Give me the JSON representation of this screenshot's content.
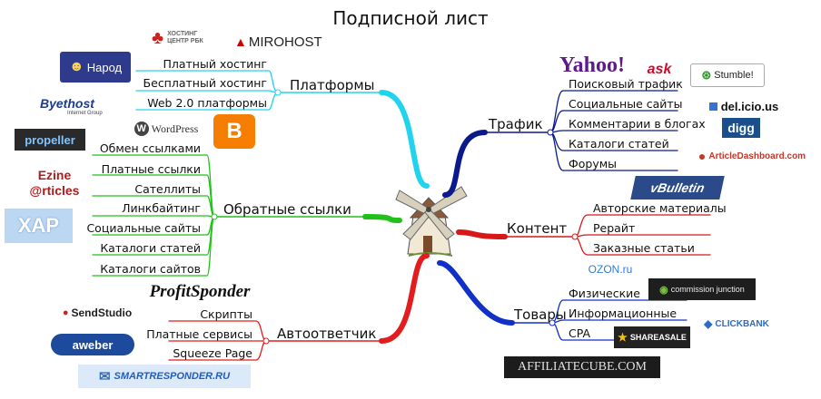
{
  "title": "Подписной лист",
  "branches": {
    "platforms": {
      "label": "Платформы",
      "items": [
        "Платный хостинг",
        "Бесплатный хостинг",
        "Web 2.0 платформы"
      ]
    },
    "backlinks": {
      "label": "Обратные ссылки",
      "items": [
        "Обмен ссылками",
        "Платные ссылки",
        "Сателлиты",
        "Линкбайтинг",
        "Социальные сайты",
        "Каталоги статей",
        "Каталоги сайтов"
      ]
    },
    "autoresponder": {
      "label": "Автоответчик",
      "items": [
        "Скрипты",
        "Платные сервисы",
        "Squeeze Page"
      ]
    },
    "traffic": {
      "label": "Трафик",
      "items": [
        "Поисковый трафик",
        "Социальные сайты",
        "Комментарии в блогах",
        "Каталоги статей",
        "Форумы"
      ]
    },
    "content": {
      "label": "Контент",
      "items": [
        "Авторские материалы",
        "Рерайт",
        "Заказные статьи"
      ]
    },
    "products": {
      "label": "Товары",
      "items": [
        "Физические",
        "Информационные",
        "CPA"
      ]
    }
  },
  "colors": {
    "platforms": "#22d3ee",
    "backlinks": "#22c11a",
    "autoresponder": "#e11d1d",
    "traffic": "#0a1a8c",
    "content": "#d81818",
    "products": "#1030c8"
  },
  "logos": {
    "hosting_center": "ХОСТИНГ ЦЕНТР РБК",
    "mirohost": "MIROHOST",
    "narod": "Народ",
    "byethost": "Byethost",
    "byethost_sub": "Internet Group",
    "wordpress": "WordPress",
    "blogger": "B",
    "propeller": "propeller",
    "ezine": "Ezine @rticles",
    "xap": "XAP",
    "profitsponder": "ProfitSponder",
    "sendstudio": "SendStudio",
    "aweber": "aweber",
    "smartresponder": "SMARTRESPONDER.RU",
    "yahoo": "Yahoo!",
    "ask": "ask",
    "stumble": "Stumble!",
    "delicious": "del.icio.us",
    "digg": "digg",
    "articledashboard": "ArticleDashboard.com",
    "vbulletin": "vBulletin",
    "ozon": "OZON.ru",
    "commission_junction": "commission junction",
    "clickbank": "CLICKBANK",
    "shareasale": "SHAREASALE",
    "affiliatecube": "AFFILIATECUBE.COM"
  }
}
